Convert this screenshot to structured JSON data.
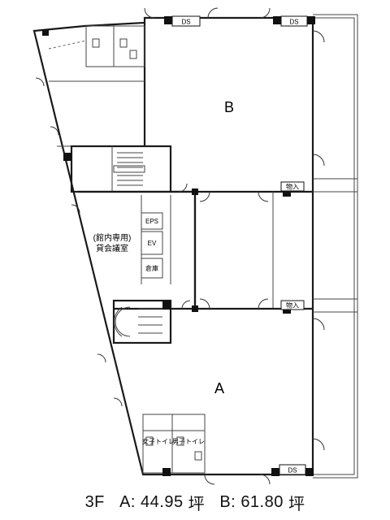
{
  "plan": {
    "room_a_label": "A",
    "room_b_label": "B",
    "ds_tags": [
      "DS",
      "DS",
      "DS"
    ],
    "storage_tags": [
      "物入",
      "物入"
    ],
    "eps_label": "EPS",
    "ev_label": "EV",
    "warehouse_label": "倉庫",
    "meeting_room_line1": "(館内専用)",
    "meeting_room_line2": "貸会議室",
    "toilet_labels": [
      "女子トイレ",
      "男子トイレ"
    ]
  },
  "caption": {
    "floor": "3F",
    "a_label": "A:",
    "a_area": "44.95",
    "a_unit": "坪",
    "b_label": "B:",
    "b_area": "61.80",
    "b_unit": "坪"
  }
}
